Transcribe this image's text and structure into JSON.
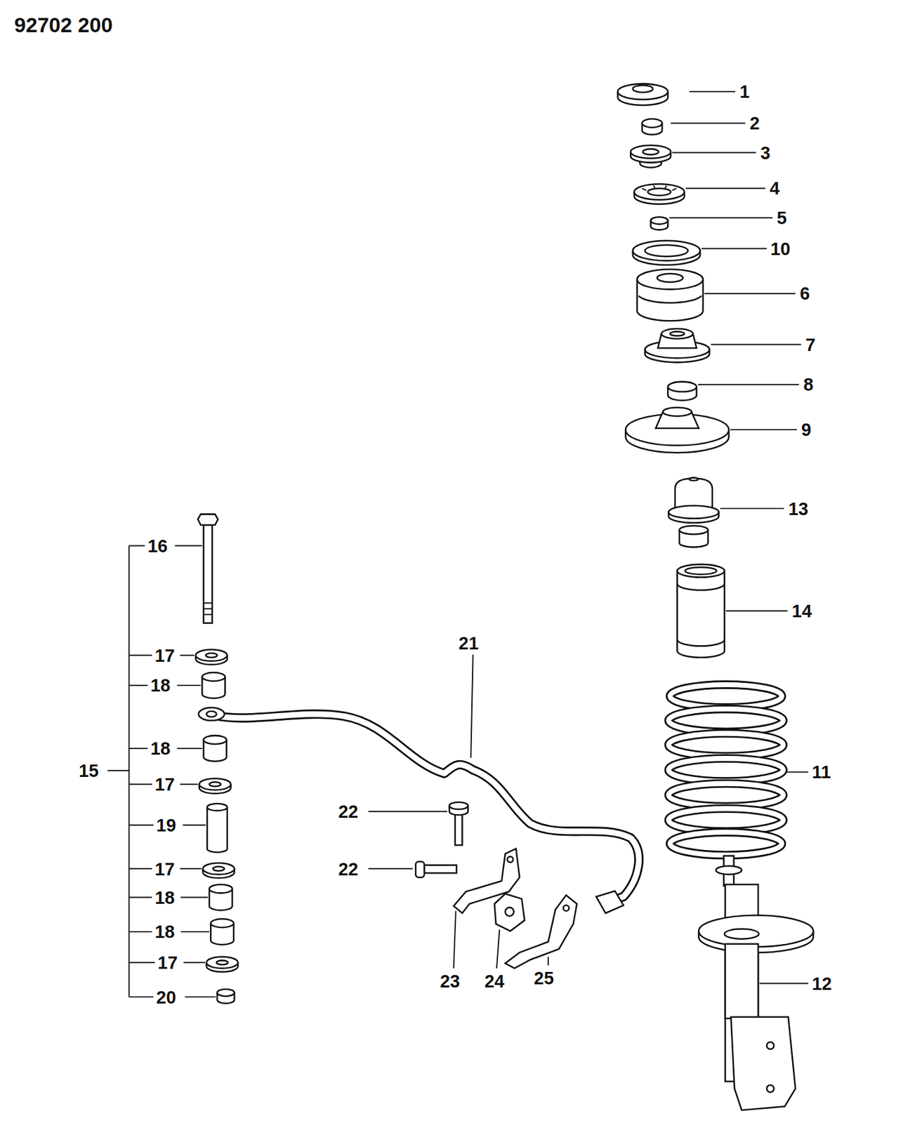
{
  "diagram": {
    "labels": [
      "92702 200",
      "1",
      "2",
      "3",
      "4",
      "5",
      "10",
      "6",
      "7",
      "8",
      "9",
      "13",
      "14",
      "11",
      "12",
      "16",
      "15",
      "17",
      "18",
      "18",
      "17",
      "19",
      "17",
      "18",
      "18",
      "17",
      "20",
      "21",
      "22",
      "22",
      "23",
      "24",
      "25"
    ]
  }
}
